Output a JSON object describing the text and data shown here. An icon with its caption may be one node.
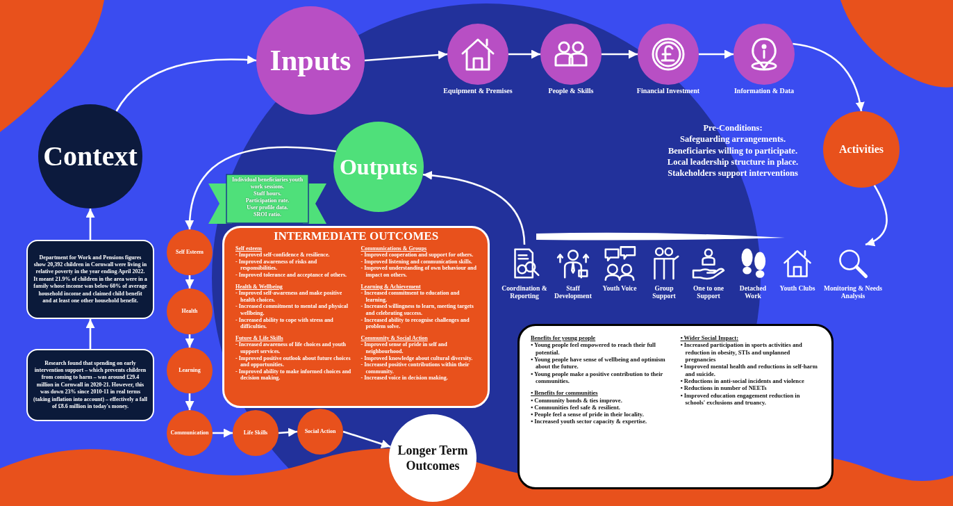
{
  "diagram": {
    "nodes": [
      {
        "text": [
          "Context"
        ]
      },
      {
        "text": [
          "Department for Work and Pensions figures show 20,392 children in Cornwall were living in relative poverty in the year ending April 2022. It meant 21.9% of children in the area were in a family whose income was below 60% of average household income and claimed child benefit and at least one other household benefit."
        ]
      },
      {
        "text": [
          "Research found that spending on early intervention support – which prevents children from coming to harm – was around £29.4 million in Cornwall in 2020-21. However, this was down 23% since 2010-11 in real terms (taking inflation into account) – effectively a fall of £8.6 million in today's money."
        ]
      },
      {
        "text": [
          "Inputs"
        ]
      },
      {
        "text": [
          "Equipment & Premises"
        ]
      },
      {
        "text": [
          "People & Skills"
        ]
      },
      {
        "text": [
          "Financial Investment"
        ]
      },
      {
        "text": [
          "Information & Data"
        ]
      },
      {
        "text": [
          "Activities"
        ],
        "beside": [
          "Pre-Conditions:",
          "Safeguarding arrangements.",
          "Beneficiaries willing to participate.",
          "Local leadership structure in place.",
          "Stakeholders support interventions"
        ]
      },
      {
        "text": [
          "Coordination & Reporting"
        ]
      },
      {
        "text": [
          "Staff Development"
        ]
      },
      {
        "text": [
          "Youth Voice"
        ]
      },
      {
        "text": [
          "Group Support"
        ]
      },
      {
        "text": [
          "One to one Support"
        ]
      },
      {
        "text": [
          "Detached Work"
        ]
      },
      {
        "text": [
          "Youth Clubs"
        ]
      },
      {
        "text": [
          "Monitoring & Needs Analysis"
        ]
      },
      {
        "text": [
          "Outputs"
        ]
      },
      {
        "text": [
          "Individual beneficiaries youth work sessions.",
          "Staff hours.",
          "Participation rate.",
          "User profile data.",
          "SROI ratio."
        ]
      },
      {
        "text": [
          "Self Esteem"
        ]
      },
      {
        "text": [
          "Health"
        ]
      },
      {
        "text": [
          "Learning"
        ]
      },
      {
        "text": [
          "Communication"
        ]
      },
      {
        "text": [
          "Life Skills"
        ]
      },
      {
        "text": [
          "Social Action"
        ]
      },
      {
        "text": [
          "INTERMEDIATE OUTCOMES",
          "Self esteem",
          "- Improved self-confidence & resilience.",
          "- Improved awareness of risks and responsibilities.",
          "- Improved tolerance and acceptance of others.",
          "Health & Wellbeing",
          "- Improved self-awareness and make positive health choices.",
          "- Increased commitment to mental and physical wellbeing.",
          "- Increased ability to cope with stress and difficulties.",
          "Future & Life Skills",
          "- Increased awareness of life choices and youth support services.",
          "- Improved positive outlook about future choices and opportunities.",
          "- Improved ability to make informed choices and decision making.",
          "Communications & Groups",
          "- Improved cooperation and support for others.",
          "- Improved listening and communication skills.",
          "- Improved understanding of own behaviour and impact on others.",
          "Learning & Achievement",
          "- Increased commitment to education and learning.",
          "- Increased willingness to learn, meeting targets and celebrating success.",
          "- Increased ability to recognise challenges and problem solve.",
          "Community & Social Action",
          "- Improved sense of pride in self and neighbourhood.",
          "- Improved knowledge about cultural diversity.",
          "- Increased positive contributions within their community.",
          "- Increased voice in decision making."
        ]
      },
      {
        "text": [
          "Longer Term Outcomes"
        ]
      },
      {
        "text": [
          "Benefits for young people",
          "▪ Young people feel empowered to reach their full potential.",
          "▪ Young people have sense of wellbeing and optimism about the future.",
          "▪ Young people make a positive contribution to their communities.",
          "▪ Benefits for communities",
          "▪ Community bonds & ties improve.",
          "▪ Communities feel safe & resilient.",
          "▪ People feel a sense of pride in their locality.",
          "▪ Increased youth sector capacity & expertise.",
          "▪ Wider Social Impact:",
          "▪ Increased participation in sports activities and reduction in obesity, STIs and unplanned pregnancies",
          "▪ Improved mental health and reductions in self-harm and suicide.",
          "▪ Reductions in anti-social incidents and violence",
          "▪ Reductions in number of NEETs",
          "▪ Improved education engagement reduction in schools' exclusions and truancy."
        ]
      }
    ],
    "edges": [
      {
        "from": 2,
        "to": 1,
        "arrow": "to"
      },
      {
        "from": 1,
        "to": 0,
        "arrow": "to"
      },
      {
        "from": 0,
        "to": 3,
        "arrow": "to"
      },
      {
        "from": 3,
        "to": 4,
        "arrow": "to"
      },
      {
        "from": 4,
        "to": 5,
        "arrow": "to"
      },
      {
        "from": 5,
        "to": 6,
        "arrow": "to"
      },
      {
        "from": 6,
        "to": 7,
        "arrow": "to"
      },
      {
        "from": 7,
        "to": 8,
        "arrow": "to"
      },
      {
        "from": 8,
        "to": 16,
        "arrow": "to"
      },
      {
        "from": 9,
        "to": 17,
        "arrow": "to"
      },
      {
        "from": 17,
        "to": 19,
        "arrow": "to"
      },
      {
        "from": 19,
        "to": 20,
        "arrow": "to"
      },
      {
        "from": 20,
        "to": 21,
        "arrow": "to"
      },
      {
        "from": 21,
        "to": 22,
        "arrow": "to"
      },
      {
        "from": 22,
        "to": 23,
        "arrow": "to"
      },
      {
        "from": 23,
        "to": 24,
        "arrow": "to"
      },
      {
        "from": 24,
        "to": 26,
        "arrow": "to"
      }
    ]
  }
}
